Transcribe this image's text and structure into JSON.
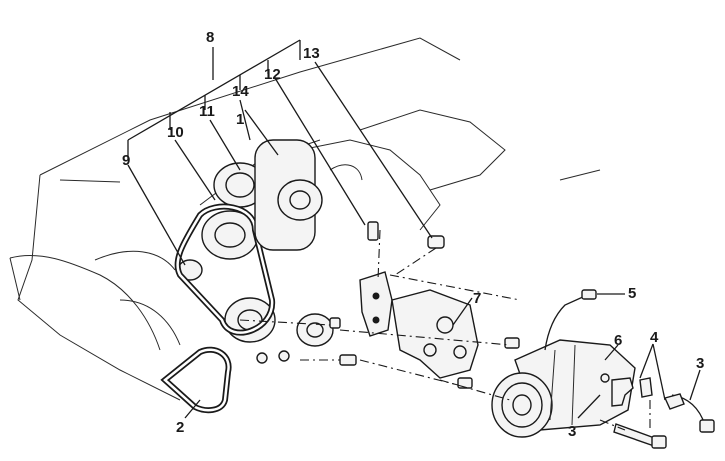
{
  "callouts": [
    {
      "id": "c8",
      "text": "8"
    },
    {
      "id": "c13",
      "text": "13"
    },
    {
      "id": "c12",
      "text": "12"
    },
    {
      "id": "c14",
      "text": "14"
    },
    {
      "id": "c11",
      "text": "11"
    },
    {
      "id": "c1",
      "text": "1"
    },
    {
      "id": "c10",
      "text": "10"
    },
    {
      "id": "c9",
      "text": "9"
    },
    {
      "id": "c5",
      "text": "5"
    },
    {
      "id": "c7",
      "text": "7"
    },
    {
      "id": "c6",
      "text": "6"
    },
    {
      "id": "c4",
      "text": "4"
    },
    {
      "id": "c3a",
      "text": "3"
    },
    {
      "id": "c3b",
      "text": "3"
    },
    {
      "id": "c2",
      "text": "2"
    }
  ]
}
